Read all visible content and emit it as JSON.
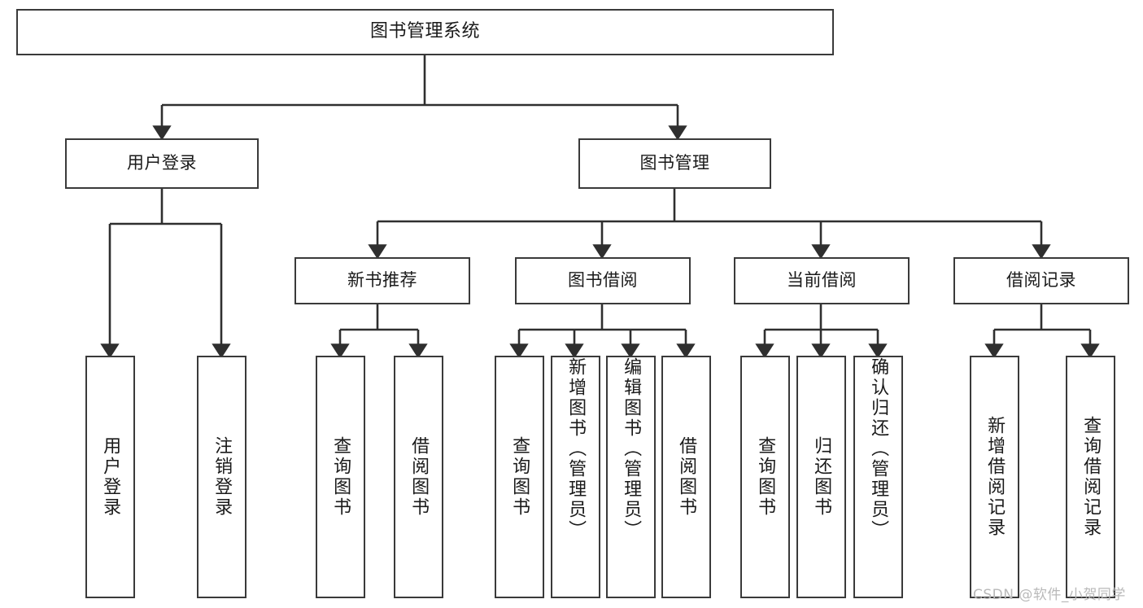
{
  "diagram": {
    "title": "图书管理系统",
    "type": "tree",
    "watermark": "CSDN @软件_小贺同学",
    "colors": {
      "box_border": "#3a3a3a",
      "box_fill": "#ffffff",
      "edge": "#2f2f2f",
      "text": "#1a1a1a",
      "watermark": "#b9b9b9"
    },
    "nodes": {
      "root": {
        "label": "图书管理系统"
      },
      "level2": [
        {
          "id": "user-login",
          "label": "用户登录"
        },
        {
          "id": "book-management",
          "label": "图书管理"
        }
      ],
      "level3": [
        {
          "id": "new-book-recommend",
          "label": "新书推荐"
        },
        {
          "id": "book-borrow",
          "label": "图书借阅"
        },
        {
          "id": "current-borrow",
          "label": "当前借阅"
        },
        {
          "id": "borrow-record",
          "label": "借阅记录"
        }
      ],
      "leaves": {
        "user-login": [
          {
            "id": "leaf-user-login",
            "label": "用户登录"
          },
          {
            "id": "leaf-logout",
            "label": "注销登录"
          }
        ],
        "new-book-recommend": [
          {
            "id": "leaf-query-book-1",
            "label": "查询图书"
          },
          {
            "id": "leaf-borrow-book-1",
            "label": "借阅图书"
          }
        ],
        "book-borrow": [
          {
            "id": "leaf-query-book-2",
            "label": "查询图书"
          },
          {
            "id": "leaf-add-book",
            "label": "新增图书（管理员）"
          },
          {
            "id": "leaf-edit-book",
            "label": "编辑图书（管理员）"
          },
          {
            "id": "leaf-borrow-book-2",
            "label": "借阅图书"
          }
        ],
        "current-borrow": [
          {
            "id": "leaf-query-book-3",
            "label": "查询图书"
          },
          {
            "id": "leaf-return-book",
            "label": "归还图书"
          },
          {
            "id": "leaf-confirm-return",
            "label": "确认归还（管理员）"
          }
        ],
        "borrow-record": [
          {
            "id": "leaf-add-record",
            "label": "新增借阅记录"
          },
          {
            "id": "leaf-query-record",
            "label": "查询借阅记录"
          }
        ]
      }
    }
  }
}
